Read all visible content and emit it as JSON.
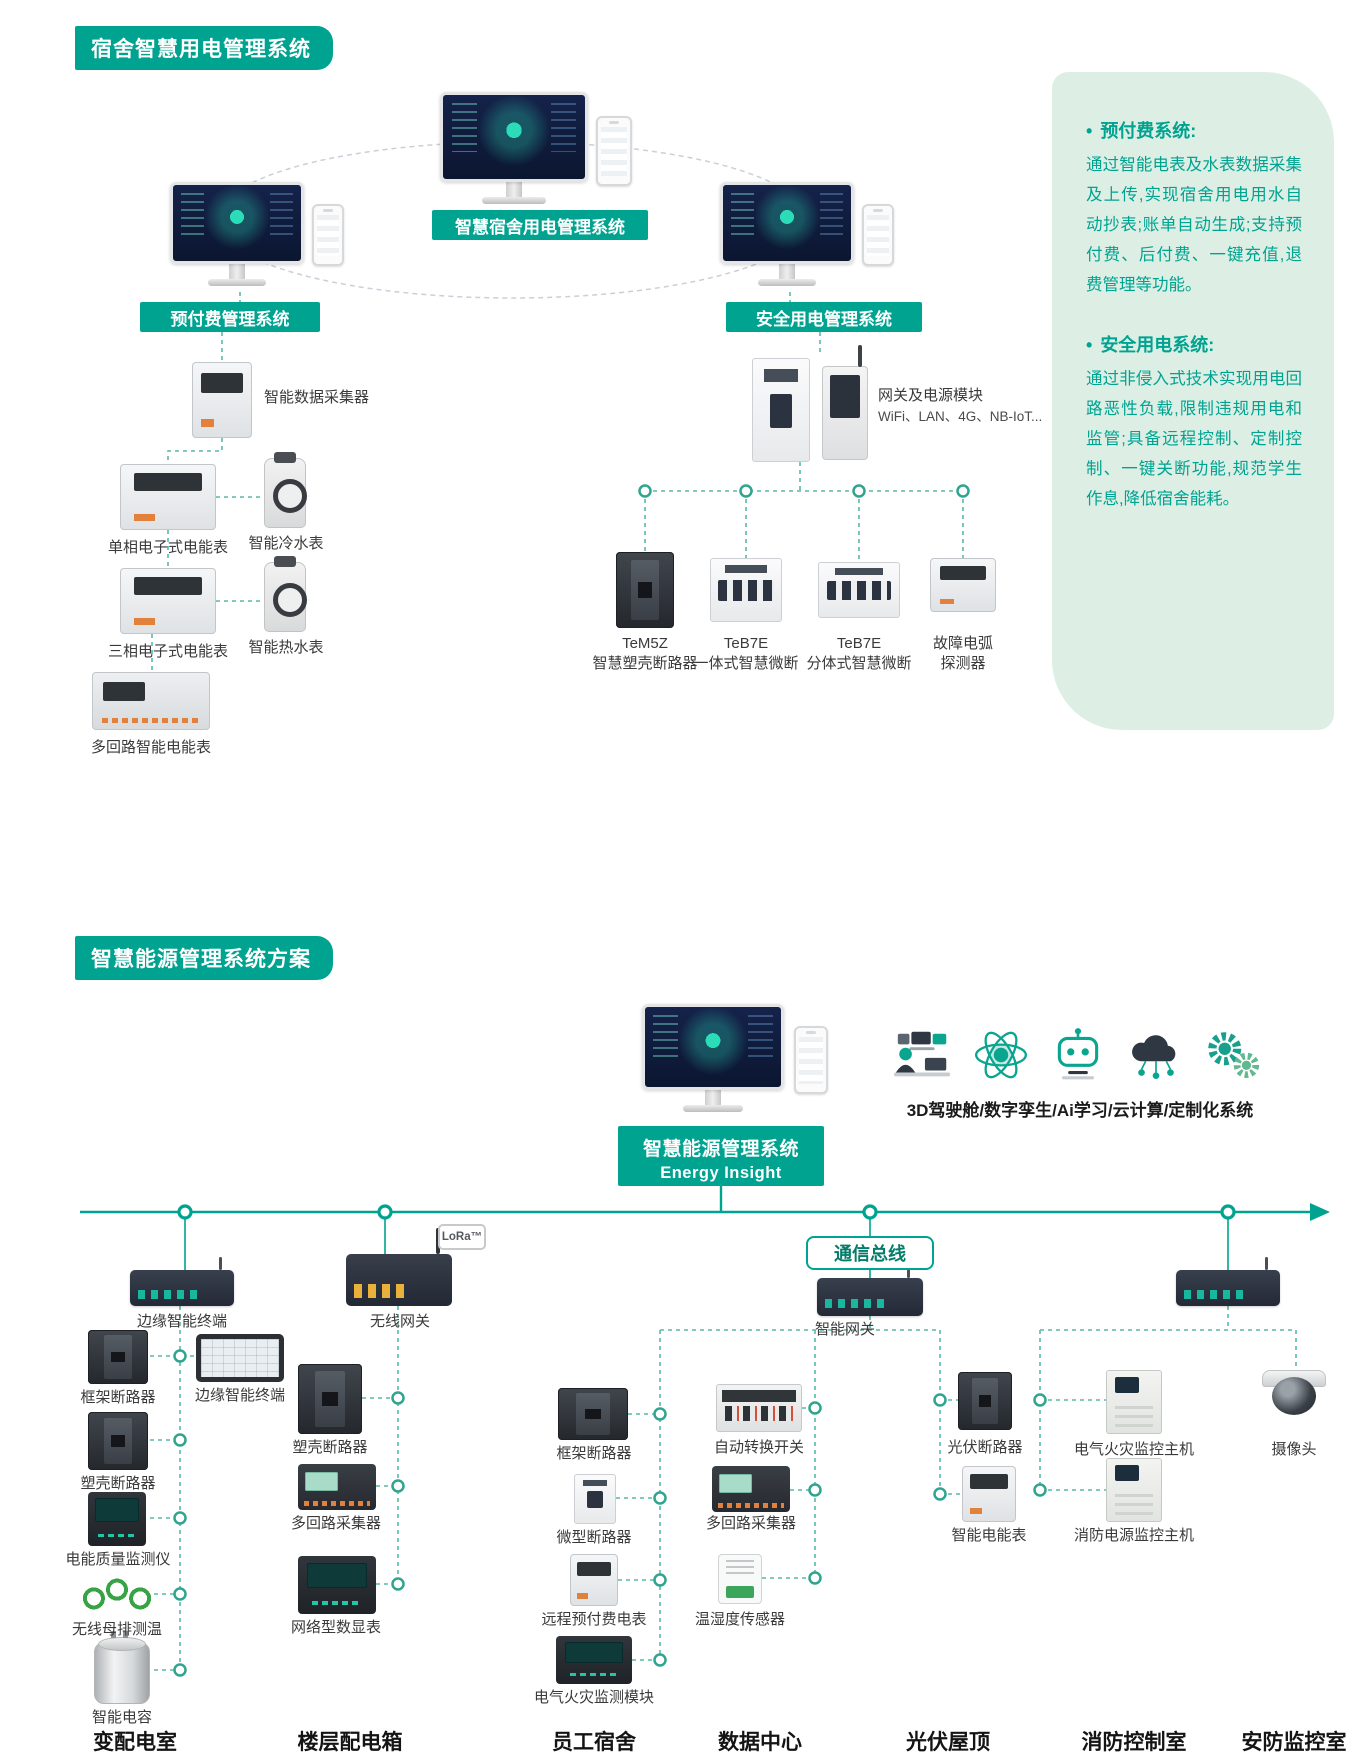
{
  "palette": {
    "accent": "#00a390",
    "panel_green": "#ddefe5",
    "line_teal": "#5ab8a7"
  },
  "section1": {
    "title": "宿舍智慧用电管理系统",
    "center_system": "智慧宿舍用电管理系统",
    "left_branch": {
      "title": "预付费管理系统",
      "collector": "智能数据采集器",
      "meter1": "单相电子式电能表",
      "water1": "智能冷水表",
      "meter2": "三相电子式电能表",
      "water2": "智能热水表",
      "meter3": "多回路智能电能表"
    },
    "right_branch": {
      "title": "安全用电管理系统",
      "gateway_line1": "网关及电源模块",
      "gateway_line2": "WiFi、LAN、4G、NB-IoT...",
      "dev1_model": "TeM5Z",
      "dev1_name": "智慧塑壳断路器",
      "dev2_model": "TeB7E",
      "dev2_name": "一体式智慧微断",
      "dev3_model": "TeB7E",
      "dev3_name": "分体式智慧微断",
      "dev4_line1": "故障电弧",
      "dev4_line2": "探测器"
    },
    "sidebar": {
      "bullet": "•",
      "item1_title": "预付费系统:",
      "item1_body": "通过智能电表及水表数据采集及上传,实现宿舍用电用水自动抄表;账单自动生成;支持预付费、后付费、一键充值,退费管理等功能。",
      "item2_title": "安全用电系统:",
      "item2_body": "通过非侵入式技术实现用电回路恶性负载,限制违规用电和监管;具备远程控制、定制控制、一键关断功能,规范学生作息,降低宿舍能耗。"
    }
  },
  "section2": {
    "title": "智慧能源管理系统方案",
    "platform_line1": "智慧能源管理系统",
    "platform_line2": "Energy Insight",
    "features_caption": "3D驾驶舱/数字孪生/Ai学习/云计算/定制化系统",
    "bus_label": "通信总线",
    "lora_badge": "LoRa™",
    "gateway1_label": "边缘智能终端",
    "gateway2_label": "无线网关",
    "gateway3_label": "智能网关",
    "columns": [
      {
        "name": "变配电室",
        "devices": [
          "框架断路器",
          "边缘智能终端",
          "塑壳断路器",
          "电能质量监测仪",
          "无线母排测温",
          "智能电容"
        ]
      },
      {
        "name": "楼层配电箱",
        "devices": [
          "塑壳断路器",
          "多回路采集器",
          "网络型数显表"
        ]
      },
      {
        "name": "员工宿舍",
        "devices": [
          "框架断路器",
          "微型断路器",
          "远程预付费电表",
          "电气火灾监测模块"
        ]
      },
      {
        "name": "数据中心",
        "devices": [
          "自动转换开关",
          "多回路采集器",
          "温湿度传感器"
        ]
      },
      {
        "name": "光伏屋顶",
        "devices": [
          "光伏断路器",
          "智能电能表"
        ]
      },
      {
        "name": "消防控制室",
        "devices": [
          "电气火灾监控主机",
          "消防电源监控主机"
        ]
      },
      {
        "name": "安防监控室",
        "devices": [
          "摄像头"
        ]
      }
    ]
  }
}
